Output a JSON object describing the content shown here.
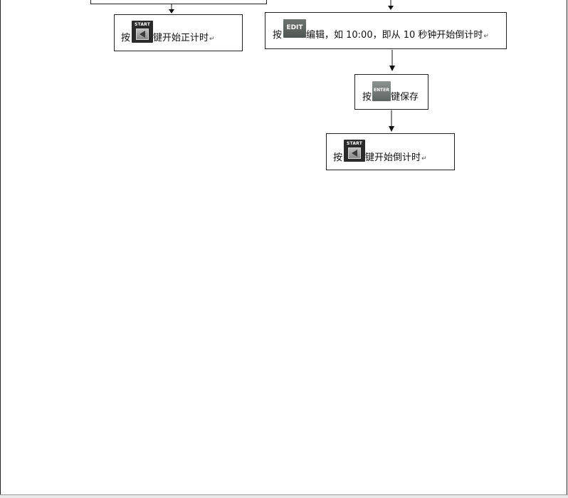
{
  "steps": {
    "left_start": {
      "prefix": "按",
      "key_label": "START",
      "suffix": "键开始正计时",
      "return_mark": "↵"
    },
    "edit": {
      "prefix": "按",
      "key_label": "EDIT",
      "suffix": "编辑，如 10:00，即从 10 秒钟开始倒计时",
      "return_mark": "↵"
    },
    "enter": {
      "prefix": "按",
      "key_label": "ENTER",
      "suffix": "键保存"
    },
    "right_start": {
      "prefix": "按",
      "key_label": "START",
      "suffix": "键开始倒计时",
      "return_mark": "↵"
    }
  }
}
